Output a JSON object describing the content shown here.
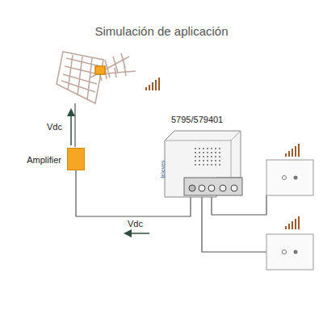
{
  "diagram": {
    "title": "Simulación de aplicación",
    "nodes": [
      {
        "text": [
          "Amplifier"
        ]
      },
      {
        "text": [
          "5795/579401"
        ]
      }
    ],
    "edges": [
      {
        "from": 1,
        "to": 0,
        "arrow": "none"
      }
    ],
    "labels": [
      "Vdc",
      "Vdc",
      "televes"
    ]
  }
}
